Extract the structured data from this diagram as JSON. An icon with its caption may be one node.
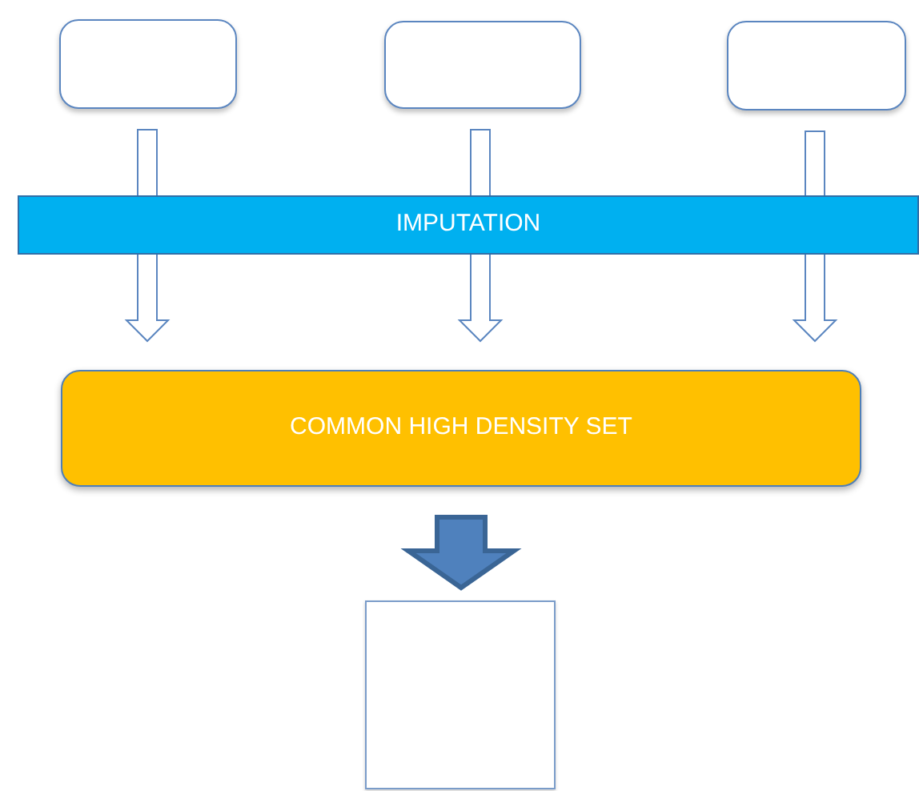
{
  "diagram": {
    "nodes": [
      {
        "text": [],
        "shape": "box"
      },
      {
        "text": [],
        "shape": "box"
      },
      {
        "text": [],
        "shape": "box"
      },
      {
        "text": [
          "IMPUTATION"
        ]
      },
      {
        "text": [
          "COMMON HIGH DENSITY SET"
        ]
      },
      {
        "text": [],
        "shape": "box"
      }
    ],
    "edges": [
      {
        "from": 0,
        "to": 4,
        "arrow": "to",
        "style": "thick"
      },
      {
        "from": 1,
        "to": 4,
        "arrow": "to",
        "style": "thick"
      },
      {
        "from": 2,
        "to": 4,
        "arrow": "to",
        "style": "thick"
      },
      {
        "from": 4,
        "to": 5,
        "arrow": "to",
        "style": "thick",
        "color": "#4f81bd"
      }
    ]
  }
}
